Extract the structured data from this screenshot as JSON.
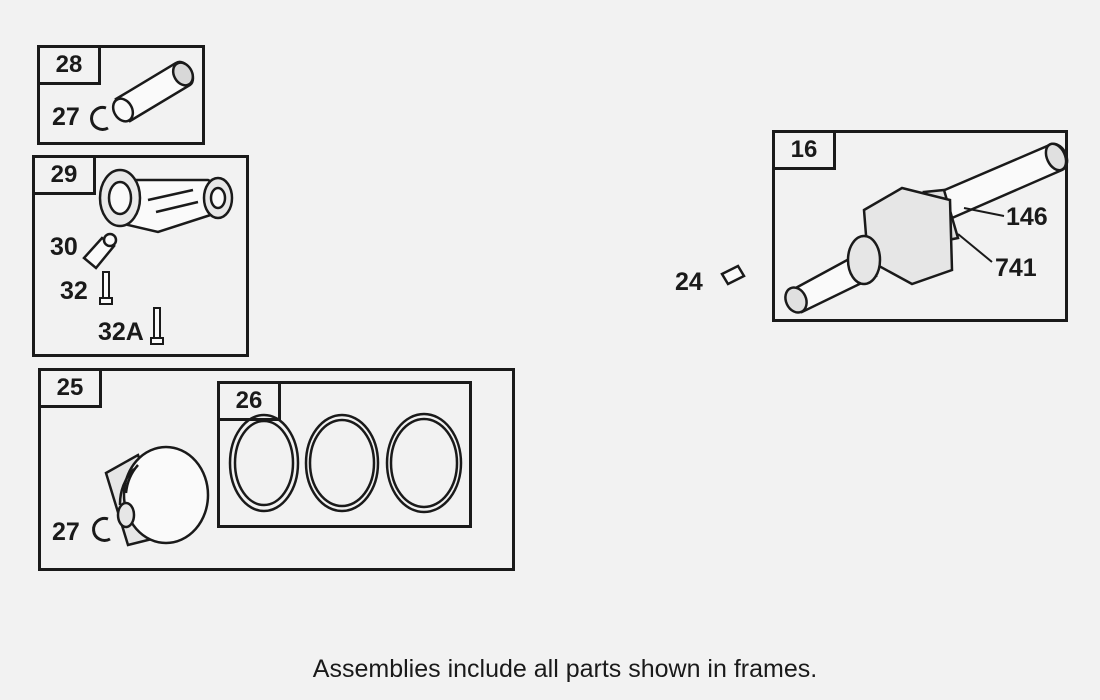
{
  "frames": {
    "f28": "28",
    "f29": "29",
    "f25": "25",
    "f26": "26",
    "f16": "16"
  },
  "labels": {
    "l27a": "27",
    "l30": "30",
    "l32": "32",
    "l32a": "32A",
    "l27b": "27",
    "l24": "24",
    "l146": "146",
    "l741": "741"
  },
  "caption": "Assemblies include all parts shown in frames."
}
